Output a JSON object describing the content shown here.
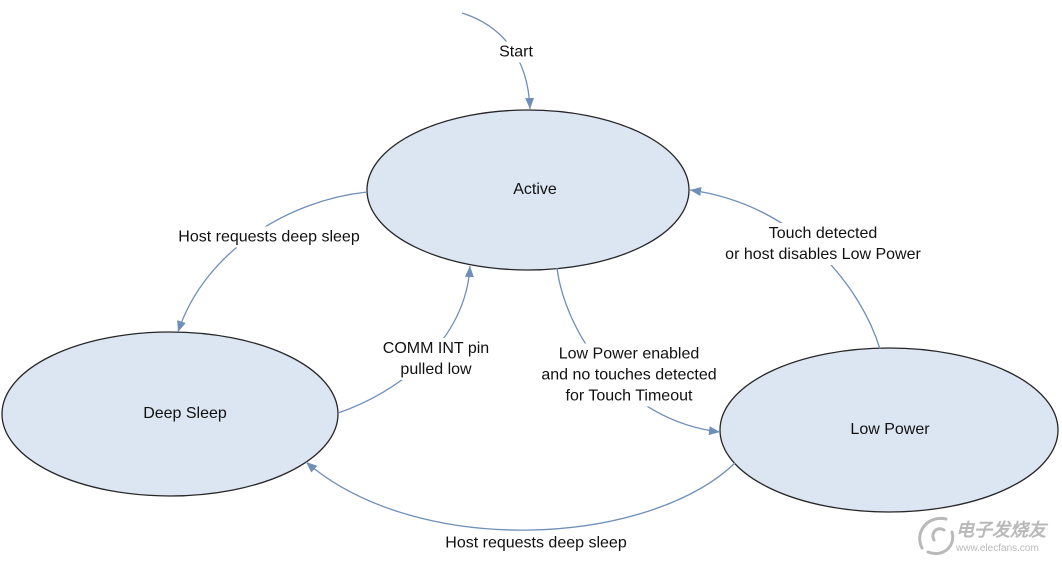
{
  "diagram": {
    "start_label": "Start",
    "states": {
      "active": "Active",
      "deep_sleep": "Deep Sleep",
      "low_power": "Low Power"
    },
    "transitions": {
      "active_to_deep_sleep": "Host requests deep sleep",
      "deep_sleep_to_active": [
        "COMM INT pin",
        "pulled low"
      ],
      "active_to_low_power": [
        "Low Power enabled",
        "and no touches detected",
        "for Touch Timeout"
      ],
      "low_power_to_active": [
        "Touch detected",
        "or host disables Low Power"
      ],
      "low_power_to_deep_sleep": "Host requests deep sleep"
    },
    "colors": {
      "state_fill": "#dce6f2",
      "state_stroke": "#262626",
      "arrow": "#6f8fb8",
      "text": "#111111"
    }
  },
  "watermark": {
    "brand": "电子发烧友",
    "url": "www.elecfans.com",
    "logo_icon": "swirl-logo-icon"
  }
}
